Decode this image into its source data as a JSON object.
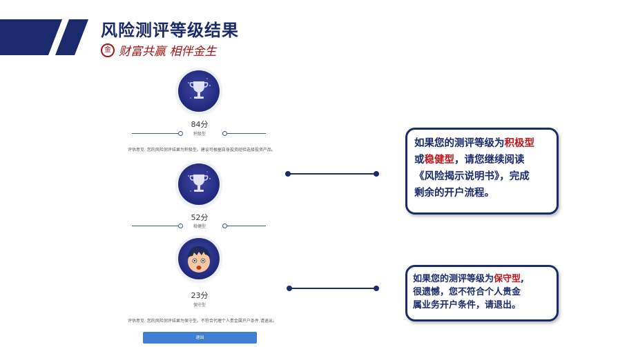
{
  "header": {
    "title": "风险测评等级结果",
    "slogan": "财富共赢 相伴金生",
    "seal_text": "金"
  },
  "phone": {
    "results": [
      {
        "score": "84分",
        "level": "积极型"
      },
      {
        "score": "52分",
        "level": "稳健型"
      },
      {
        "score": "23分",
        "level": "保守型"
      }
    ],
    "opinion_1": "评估意见: 您的风险测评结果为积极型。建议可根据自身投资经验选择投资产品。",
    "opinion_2": "评估意见: 您的风险测评结果为保守型。不符合代理个人贵金属开户条件,请退出。",
    "exit_button": "退出"
  },
  "callouts": {
    "top": {
      "prefix": "如果您的测评等级为",
      "red_1": "积极型",
      "or": "或",
      "red_2": "稳健型",
      "rest_1": "，请您继续阅读",
      "rest_2": "《风险揭示说明书》，完成",
      "rest_3": "剩余的开户流程。"
    },
    "bottom": {
      "prefix": "如果您的测评等级为",
      "red": "保守型",
      "suffix": ",",
      "line_2": "很遗憾，您不符合个人贵金",
      "line_3": "属业务开户条件，请退出。"
    }
  },
  "colors": {
    "navy": "#1b2a6b",
    "red": "#c0151a",
    "button_blue": "#3f7fd6"
  }
}
